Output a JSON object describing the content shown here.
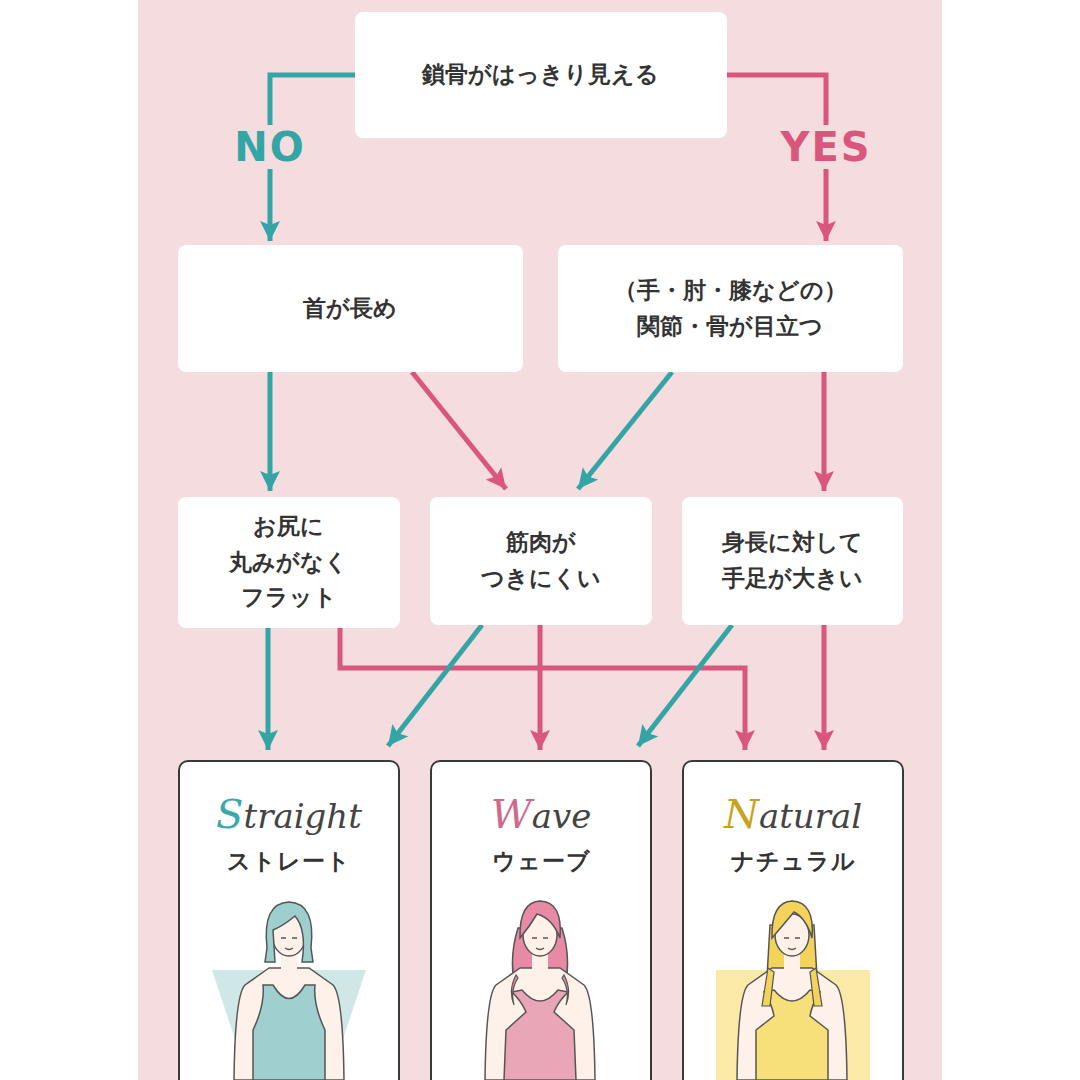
{
  "diagram": {
    "nodes": [
      {
        "text": [
          "鎖骨がはっきり見える"
        ]
      },
      {
        "text": [
          "首が長め"
        ]
      },
      {
        "text": [
          "（手・肘・膝などの） 関節・骨が目立つ"
        ]
      },
      {
        "text": [
          "お尻に 丸みがなく フラット"
        ]
      },
      {
        "text": [
          "筋肉が つきにくい"
        ]
      },
      {
        "text": [
          "身長に対して 手足が大きい"
        ]
      },
      {
        "text": [
          "Straight",
          "ストレート"
        ]
      },
      {
        "text": [
          "Wave",
          "ウェーブ"
        ]
      },
      {
        "text": [
          "Natural",
          "ナチュラル"
        ]
      }
    ],
    "edges": [
      {
        "from": 0,
        "to": 1,
        "arrow": "to",
        "label": "NO"
      },
      {
        "from": 0,
        "to": 2,
        "arrow": "to",
        "label": "YES"
      },
      {
        "from": 1,
        "to": 3,
        "arrow": "to"
      },
      {
        "from": 1,
        "to": 4,
        "arrow": "to"
      },
      {
        "from": 2,
        "to": 4,
        "arrow": "to"
      },
      {
        "from": 2,
        "to": 5,
        "arrow": "to"
      },
      {
        "from": 3,
        "to": 6,
        "arrow": "to"
      },
      {
        "from": 3,
        "to": 8,
        "arrow": "to"
      },
      {
        "from": 4,
        "to": 6,
        "arrow": "to"
      },
      {
        "from": 4,
        "to": 7,
        "arrow": "to"
      },
      {
        "from": 5,
        "to": 7,
        "arrow": "to"
      },
      {
        "from": 5,
        "to": 8,
        "arrow": "to"
      }
    ]
  }
}
